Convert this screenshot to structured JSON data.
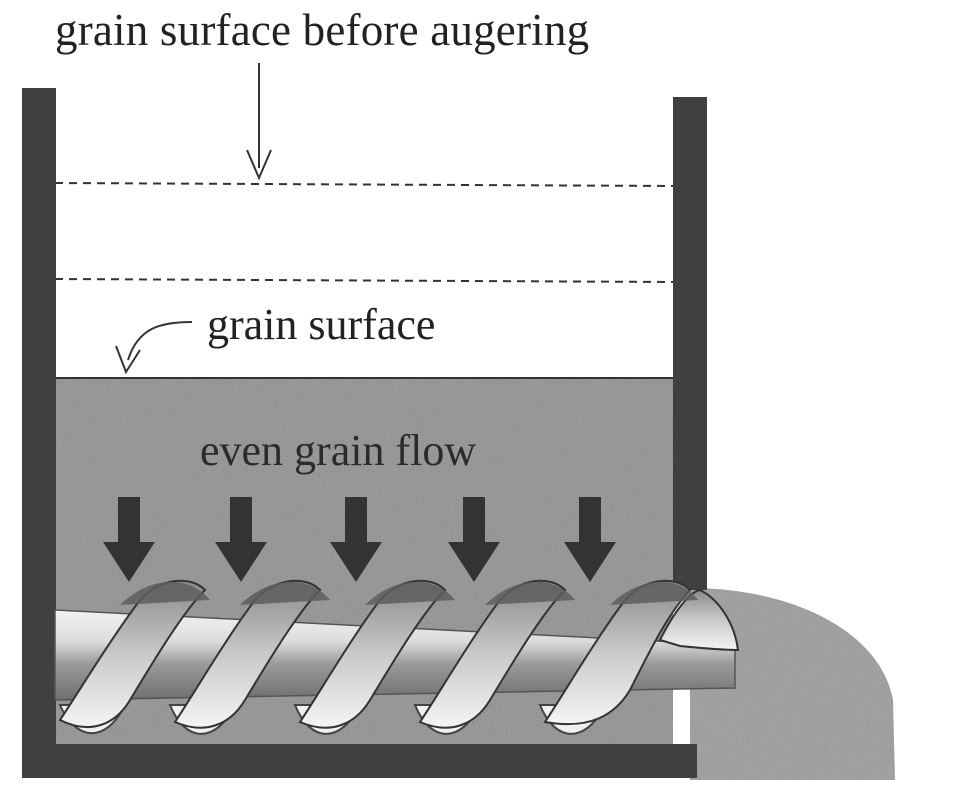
{
  "labels": {
    "before": "grain surface before augering",
    "surface": "grain surface",
    "flow": "even grain flow"
  },
  "colors": {
    "wall": "#404040",
    "grain": "#8c8c8c",
    "grain_light": "#b8b8b8",
    "arrow": "#333333",
    "line": "#333333",
    "background": "#ffffff"
  },
  "icons": {
    "down_arrow": "down-arrow-icon",
    "curved_arrow": "curved-arrow-icon"
  }
}
